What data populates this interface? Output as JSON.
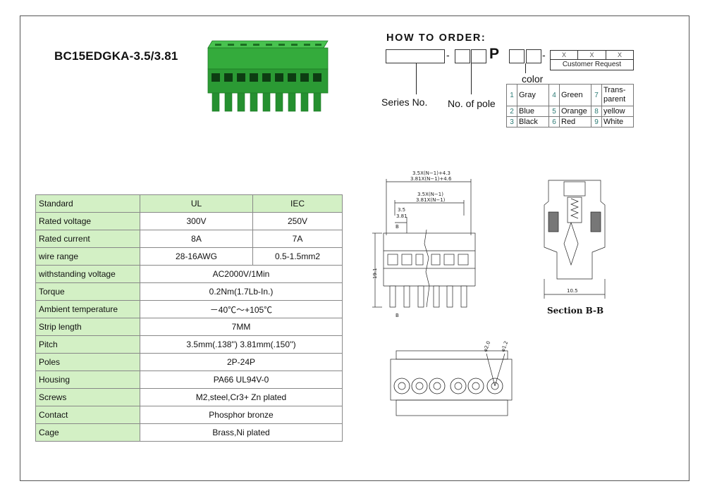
{
  "title": "BC15EDGKA-3.5/3.81",
  "how_to_order": {
    "heading": "HOW TO ORDER:",
    "p_char": "P",
    "x_marks": [
      "X",
      "X",
      "X"
    ],
    "customer_request": "Customer Request",
    "color_label": "color",
    "series_label": "Series No.",
    "poles_label": "No. of pole"
  },
  "colors": [
    [
      {
        "n": "1",
        "name": "Gray"
      },
      {
        "n": "4",
        "name": "Green"
      },
      {
        "n": "7",
        "name": "Trans-parent"
      }
    ],
    [
      {
        "n": "2",
        "name": "Blue"
      },
      {
        "n": "5",
        "name": "Orange"
      },
      {
        "n": "8",
        "name": "yellow"
      }
    ],
    [
      {
        "n": "3",
        "name": "Black"
      },
      {
        "n": "6",
        "name": "Red"
      },
      {
        "n": "9",
        "name": "White"
      }
    ]
  ],
  "spec": {
    "header": {
      "label": "Standard",
      "ul": "UL",
      "iec": "IEC"
    },
    "split_rows": [
      {
        "label": "Rated voltage",
        "ul": "300V",
        "iec": "250V"
      },
      {
        "label": "Rated current",
        "ul": "8A",
        "iec": "7A"
      },
      {
        "label": "wire range",
        "ul": "28-16AWG",
        "iec": "0.5-1.5mm2"
      }
    ],
    "merged_rows": [
      {
        "label": "withstanding voltage",
        "value": "AC2000V/1Min"
      },
      {
        "label": "Torque",
        "value": "0.2Nm(1.7Lb-In.)"
      },
      {
        "label": "Ambient temperature",
        "value": "－40℃～+105℃"
      },
      {
        "label": "Strip length",
        "value": "7MM"
      },
      {
        "label": "Pitch",
        "value": "3.5mm(.138'') 3.81mm(.150'')"
      },
      {
        "label": "Poles",
        "value": "2P-24P"
      },
      {
        "label": "Housing",
        "value": "PA66 UL94V-0"
      },
      {
        "label": "Screws",
        "value": "M2,steel,Cr3+ Zn plated"
      },
      {
        "label": "Contact",
        "value": "Phosphor bronze"
      },
      {
        "label": "Cage",
        "value": "Brass,Ni plated"
      }
    ]
  },
  "drawing": {
    "dim_overall_1": "3.5X(N−1)+4.3",
    "dim_overall_2": "3.81X(N−1)+4.6",
    "dim_pitch_1": "3.5X(N−1)",
    "dim_pitch_2": "3.81X(N−1)",
    "dim_single_1": "3.5",
    "dim_single_2": "3.81",
    "dim_height": "19.1",
    "section_marker": "B",
    "dim_width": "10.5",
    "section_label": "Section B-B",
    "dim_hole_1": "φ2.0",
    "dim_hole_2": "φ1.2"
  },
  "palette": {
    "terminal_green": "#2fa43a",
    "table_green": "#d3f0c5",
    "color_number": "#2a7a74"
  }
}
